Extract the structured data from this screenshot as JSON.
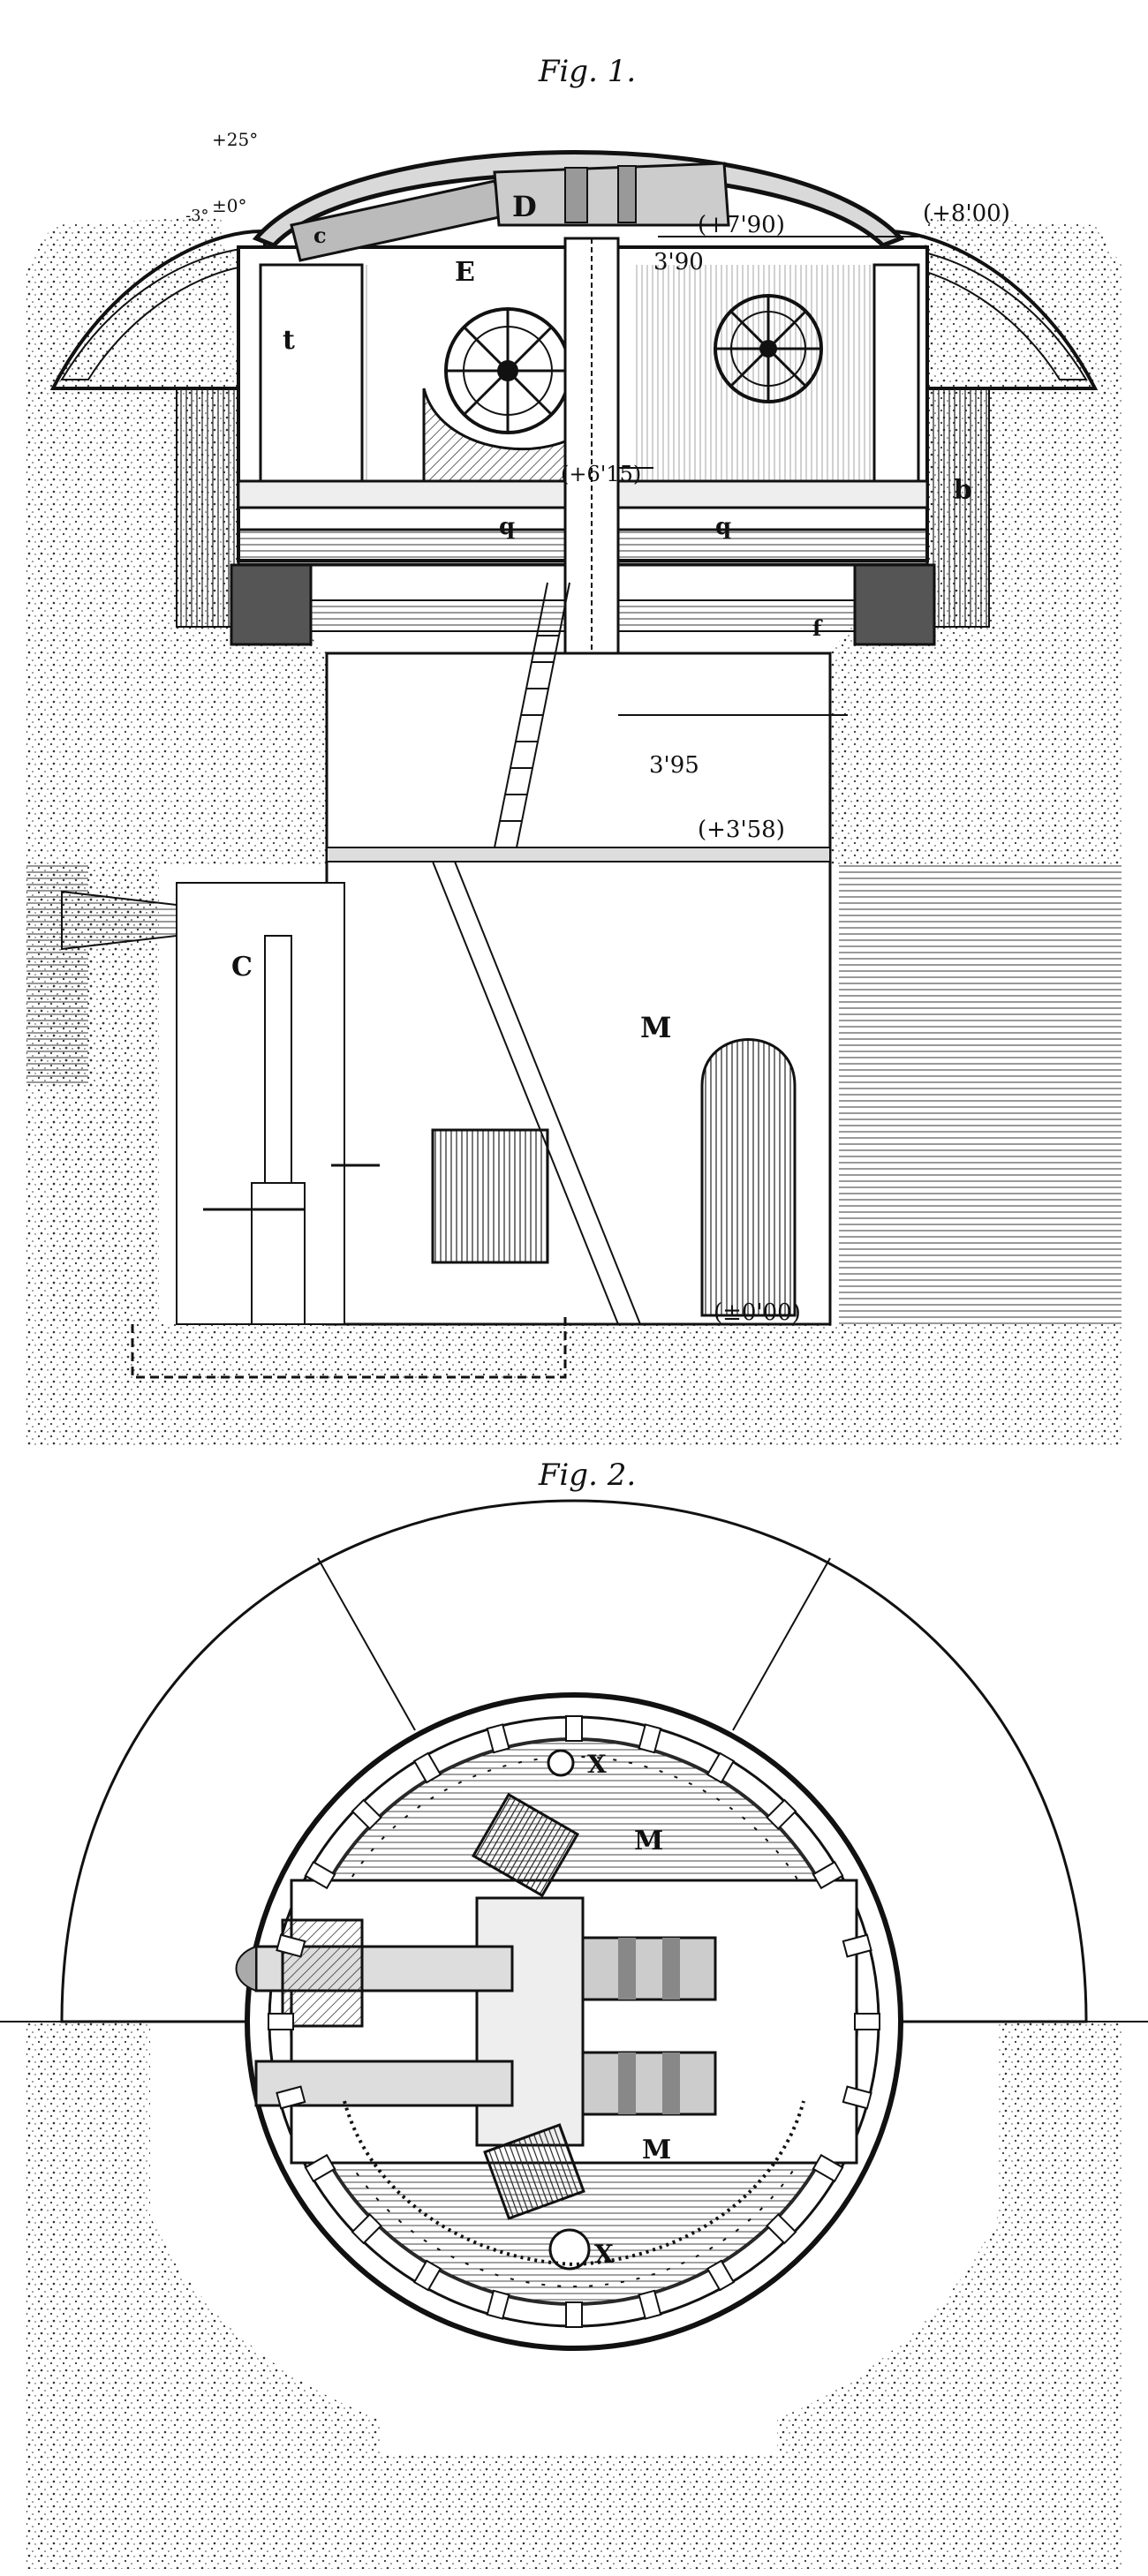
{
  "figures": [
    {
      "caption": "Fig. 1."
    },
    {
      "caption": "Fig. 2."
    }
  ],
  "fig1_labels": {
    "elevation_max": "+25°",
    "elevation_zero": "±0°",
    "depression": "-3°",
    "level_top": "(+8'00)",
    "level_roof": "(+7'90)",
    "width_upper": "3'90",
    "level_mid": "(+6'15)",
    "height_shaft": "3'95",
    "level_floor": "(+3'58)",
    "level_ground": "(±0'00)",
    "letter_D": "D",
    "letter_E": "E",
    "letter_t": "t",
    "letter_b": "b",
    "letter_q1": "q",
    "letter_q2": "q",
    "letter_f": "f",
    "letter_C": "C",
    "letter_M": "M",
    "letter_c": "c"
  },
  "fig2_labels": {
    "letter_X_top": "X",
    "letter_M_top": "M",
    "letter_M_bottom": "M",
    "letter_X_bottom": "X"
  },
  "colors": {
    "ink": "#111111",
    "paper": "#ffffff",
    "hatch": "#444444"
  }
}
